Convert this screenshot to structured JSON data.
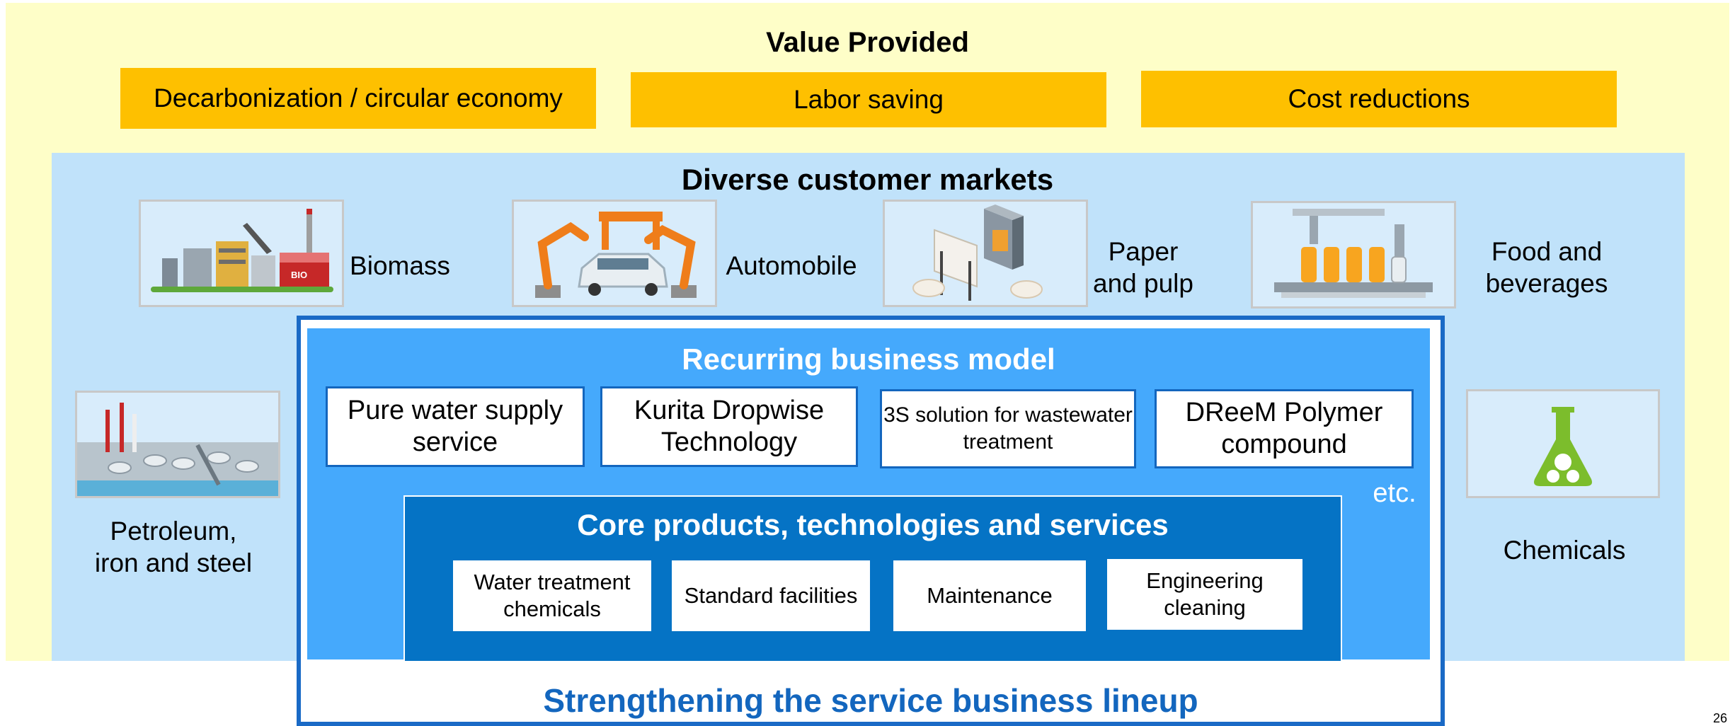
{
  "value_provided": {
    "title": "Value Provided",
    "items": [
      "Decarbonization / circular economy",
      "Labor saving",
      "Cost reductions"
    ]
  },
  "markets": {
    "title": "Diverse customer markets",
    "items": [
      {
        "label": "Biomass",
        "icon": "biomass-plant-icon"
      },
      {
        "label": "Automobile",
        "icon": "automobile-robot-icon"
      },
      {
        "label": "Paper and pulp",
        "icon": "paper-machine-icon"
      },
      {
        "label": "Food and beverages",
        "icon": "bottling-line-icon"
      },
      {
        "label": "Petroleum, iron and steel",
        "icon": "refinery-icon"
      },
      {
        "label": "Chemicals",
        "icon": "flask-icon"
      }
    ]
  },
  "recurring": {
    "title": "Recurring business model",
    "items": [
      "Pure water supply service",
      "Kurita Dropwise Technology",
      "3S solution for wastewater treatment",
      "DReeM Polymer compound"
    ],
    "etc": "etc."
  },
  "core": {
    "title": "Core products, technologies and services",
    "items": [
      "Water treatment chemicals",
      "Standard facilities",
      "Maintenance",
      "Engineering cleaning"
    ]
  },
  "footer": {
    "lineup": "Strengthening the service business lineup",
    "page_number": "26"
  },
  "colors": {
    "value_bg": "#fefec8",
    "value_box": "#fec000",
    "markets_bg": "#c0e2fa",
    "recurring_bg": "#45a9fc",
    "core_bg": "#0573c5",
    "accent_blue": "#1366be"
  }
}
